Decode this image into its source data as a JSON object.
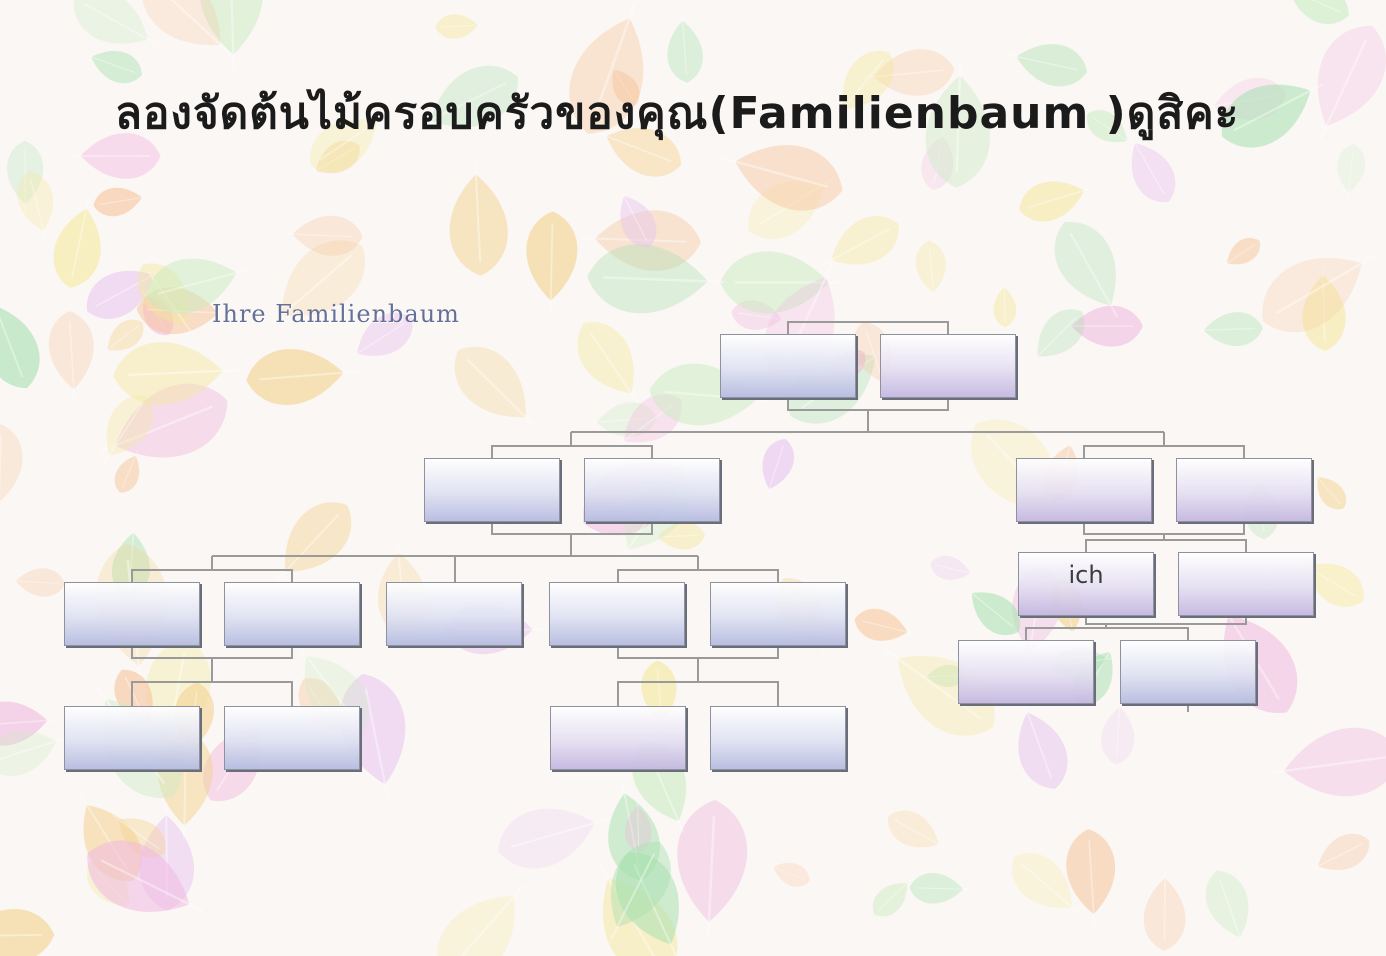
{
  "title": "ลองจัดต้นไม้ครอบครัวของคุณ(Familienbaum )ดูสิคะ",
  "caption": "Ihre Familienbaum",
  "family_tree": {
    "generation_1": [
      {
        "name": ""
      },
      {
        "name": ""
      }
    ],
    "generation_2": [
      {
        "name": ""
      },
      {
        "name": ""
      },
      {
        "name": ""
      },
      {
        "name": ""
      }
    ],
    "generation_3": [
      {
        "name": ""
      },
      {
        "name": ""
      },
      {
        "name": ""
      },
      {
        "name": ""
      },
      {
        "name": ""
      },
      {
        "name": "ich"
      },
      {
        "name": ""
      }
    ],
    "generation_4": [
      {
        "name": ""
      },
      {
        "name": ""
      },
      {
        "name": ""
      },
      {
        "name": ""
      },
      {
        "name": ""
      },
      {
        "name": ""
      }
    ]
  },
  "colors": {
    "box_top": "#ffffff",
    "box_bottom": "#b6bce0",
    "connector": "#9a9a9a",
    "caption": "#647096"
  }
}
